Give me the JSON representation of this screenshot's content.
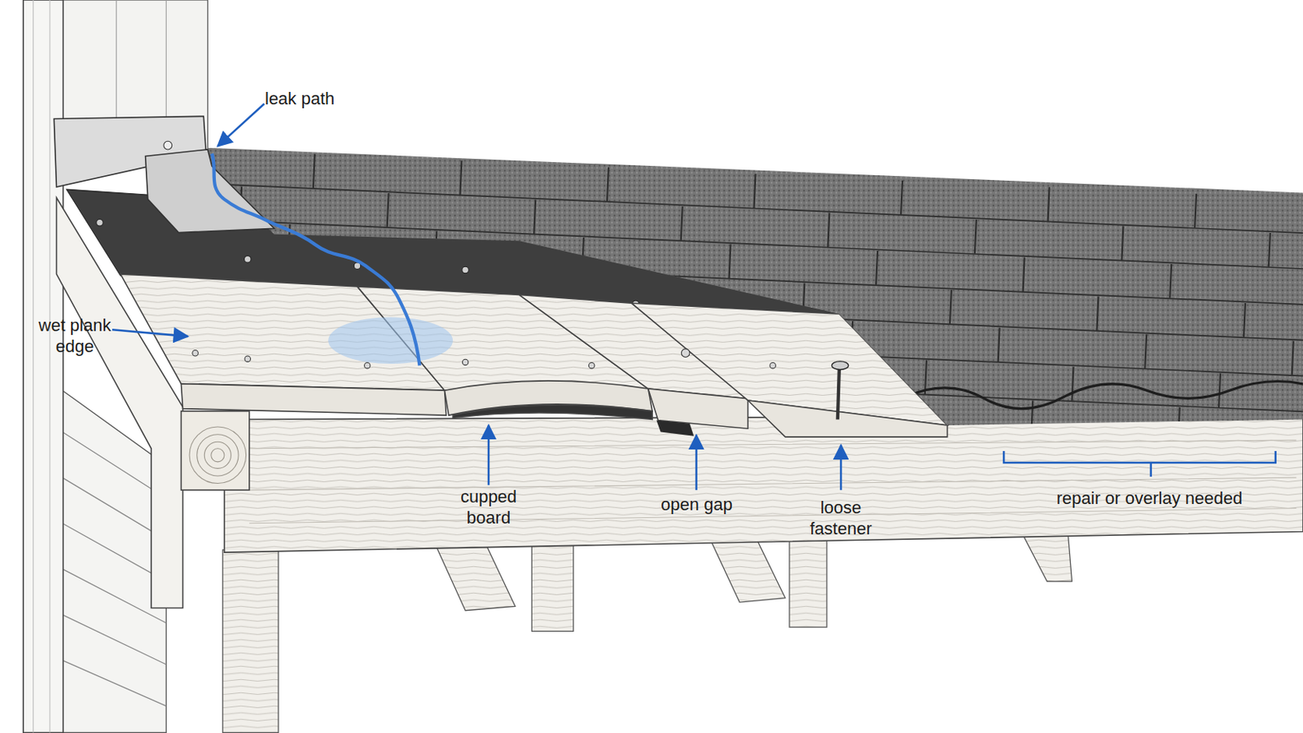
{
  "diagram": {
    "labels": [
      "leak path",
      "wet plank edge",
      "cupped board",
      "open gap",
      "loose fastener",
      "repair or overlay needed"
    ]
  }
}
